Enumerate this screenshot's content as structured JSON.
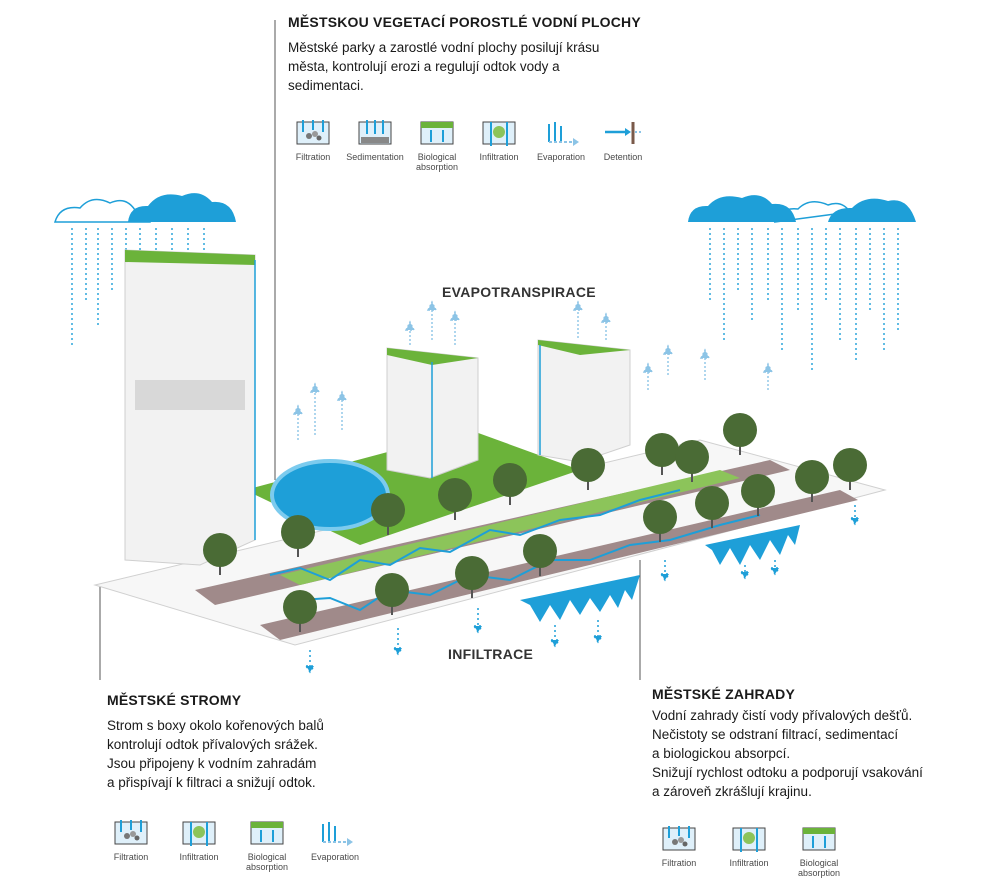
{
  "top_block": {
    "title": "MĚSTSKOU VEGETACÍ POROSTLÉ VODNÍ PLOCHY",
    "lines": [
      "Městské parky a zarostlé vodní plochy posilují krásu",
      "města, kontrolují erozi a regulují odtok vody a",
      "sedimentaci."
    ],
    "icons": [
      {
        "icon": "filtration-icon",
        "label": [
          "Filtration"
        ]
      },
      {
        "icon": "sedimentation-icon",
        "label": [
          "Sedimentation"
        ]
      },
      {
        "icon": "biological-absorption-icon",
        "label": [
          "Biological",
          "absorption"
        ]
      },
      {
        "icon": "infiltration-icon",
        "label": [
          "Infiltration"
        ]
      },
      {
        "icon": "evaporation-icon",
        "label": [
          "Evaporation"
        ]
      },
      {
        "icon": "detention-icon",
        "label": [
          "Detention"
        ]
      }
    ]
  },
  "diagram_labels": {
    "evapotranspirace": "EVAPOTRANSPIRACE",
    "infiltrace": "INFILTRACE"
  },
  "left_block": {
    "title": "MĚSTSKÉ STROMY",
    "lines": [
      "Strom s boxy okolo kořenových balů",
      "kontrolují odtok přívalových srážek.",
      "Jsou připojeny k vodním zahradám",
      "a přispívají k filtraci a snižují odtok."
    ],
    "icons": [
      {
        "icon": "filtration-icon",
        "label": [
          "Filtration"
        ]
      },
      {
        "icon": "infiltration-icon",
        "label": [
          "Infiltration"
        ]
      },
      {
        "icon": "biological-absorption-icon",
        "label": [
          "Biological",
          "absorption"
        ]
      },
      {
        "icon": "evaporation-icon",
        "label": [
          "Evaporation"
        ]
      }
    ]
  },
  "right_block": {
    "title": "MĚSTSKÉ ZAHRADY",
    "lines": [
      "Vodní zahrady čistí vody přívalových dešťů.",
      "Nečistoty se odstraní filtrací, sedimentací",
      "a biologickou absorpcí.",
      "Snižují rychlost odtoku a podporují vsakování",
      "a zároveň zkrášlují krajinu."
    ],
    "icons": [
      {
        "icon": "filtration-icon",
        "label": [
          "Filtration"
        ]
      },
      {
        "icon": "infiltration-icon",
        "label": [
          "Infiltration"
        ]
      },
      {
        "icon": "biological-absorption-icon",
        "label": [
          "Biological",
          "absorption"
        ]
      }
    ]
  },
  "colors": {
    "water": "#1e9fd8",
    "grass": "#6bb33a",
    "road": "#9e8585",
    "building": "#f2f2f2",
    "tree": "#4a6b35"
  }
}
